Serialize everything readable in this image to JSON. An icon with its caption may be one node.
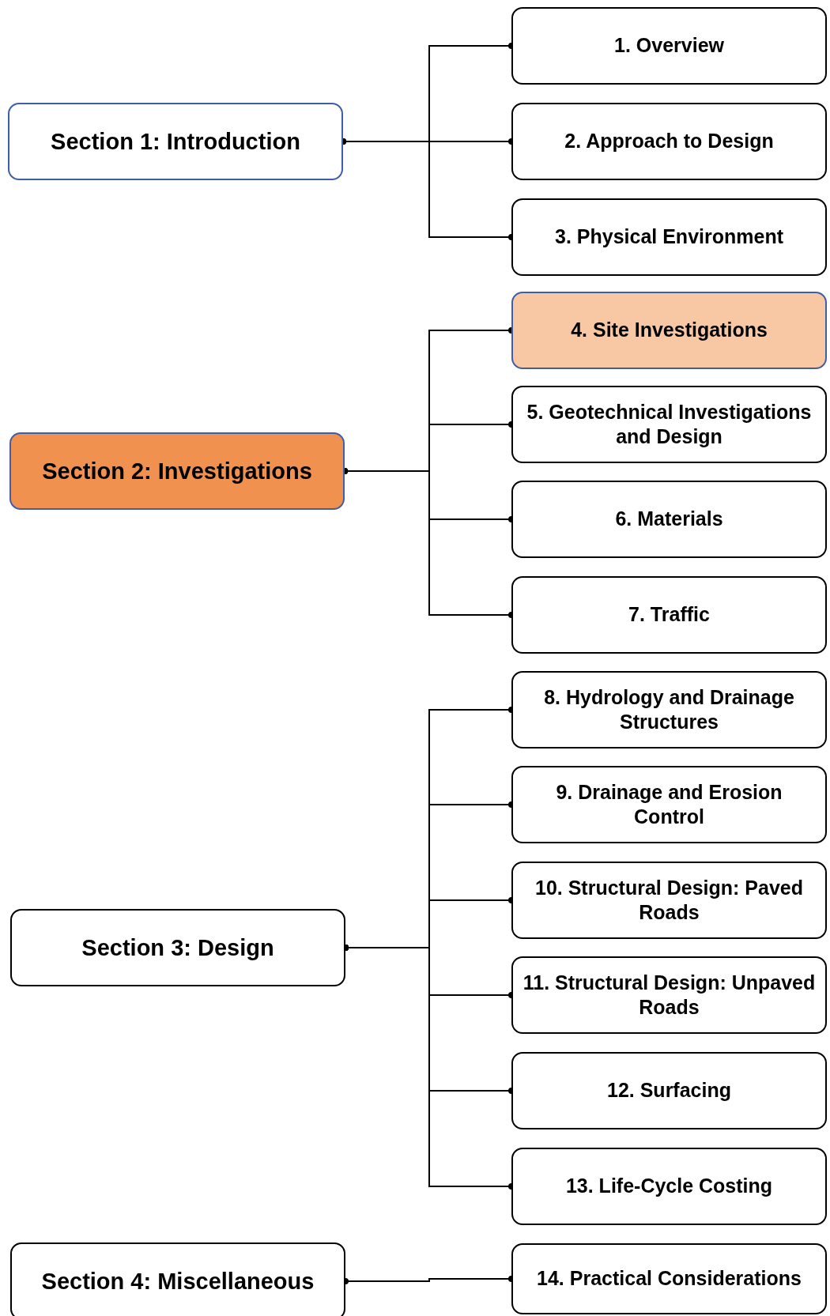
{
  "diagram": {
    "nodes": [
      {
        "text": [
          "Section 1: Introduction"
        ]
      },
      {
        "text": [
          "1. Overview"
        ]
      },
      {
        "text": [
          "2. Approach to Design"
        ]
      },
      {
        "text": [
          "3. Physical Environment"
        ]
      },
      {
        "text": [
          "Section 2: Investigations"
        ]
      },
      {
        "text": [
          "4. Site Investigations"
        ]
      },
      {
        "text": [
          "5. Geotechnical Investigations and Design"
        ]
      },
      {
        "text": [
          "6. Materials"
        ]
      },
      {
        "text": [
          "7. Traffic"
        ]
      },
      {
        "text": [
          "8. Hydrology and Drainage Structures"
        ]
      },
      {
        "text": [
          "Section 3: Design"
        ]
      },
      {
        "text": [
          "9. Drainage and Erosion Control"
        ]
      },
      {
        "text": [
          "10. Structural Design: Paved Roads"
        ]
      },
      {
        "text": [
          "11. Structural Design: Unpaved Roads"
        ]
      },
      {
        "text": [
          "12. Surfacing"
        ]
      },
      {
        "text": [
          "13. Life-Cycle Costing"
        ]
      },
      {
        "text": [
          "Section 4: Miscellaneous"
        ]
      },
      {
        "text": [
          "14. Practical Considerations"
        ]
      }
    ],
    "edges": [
      {
        "from": 0,
        "to": 1,
        "arrow": "other"
      },
      {
        "from": 0,
        "to": 2,
        "arrow": "other"
      },
      {
        "from": 0,
        "to": 3,
        "arrow": "other"
      },
      {
        "from": 4,
        "to": 5,
        "arrow": "other"
      },
      {
        "from": 4,
        "to": 6,
        "arrow": "other"
      },
      {
        "from": 4,
        "to": 7,
        "arrow": "other"
      },
      {
        "from": 4,
        "to": 8,
        "arrow": "other"
      },
      {
        "from": 10,
        "to": 9,
        "arrow": "other"
      },
      {
        "from": 10,
        "to": 11,
        "arrow": "other"
      },
      {
        "from": 10,
        "to": 12,
        "arrow": "other"
      },
      {
        "from": 10,
        "to": 13,
        "arrow": "other"
      },
      {
        "from": 10,
        "to": 14,
        "arrow": "other"
      },
      {
        "from": 10,
        "to": 15,
        "arrow": "other"
      },
      {
        "from": 16,
        "to": 17,
        "arrow": "other"
      }
    ]
  }
}
